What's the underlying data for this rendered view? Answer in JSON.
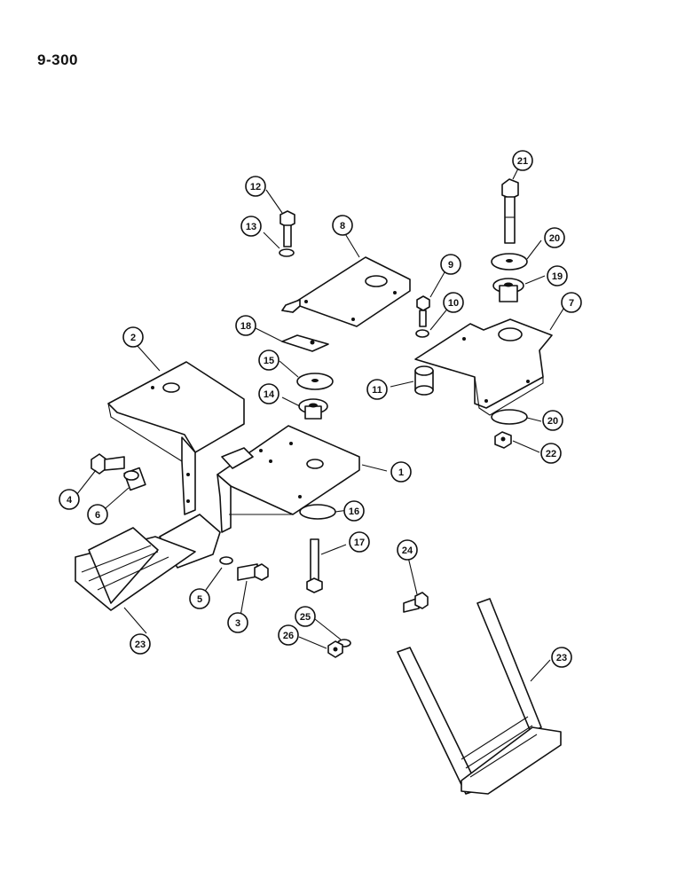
{
  "page": {
    "page_number": "9-300"
  },
  "colors": {
    "ink": "#111111",
    "paper": "#ffffff"
  },
  "callouts": [
    {
      "id": "c1",
      "label": "1"
    },
    {
      "id": "c2",
      "label": "2"
    },
    {
      "id": "c3",
      "label": "3"
    },
    {
      "id": "c4",
      "label": "4"
    },
    {
      "id": "c5",
      "label": "5"
    },
    {
      "id": "c6",
      "label": "6"
    },
    {
      "id": "c7",
      "label": "7"
    },
    {
      "id": "c8",
      "label": "8"
    },
    {
      "id": "c9",
      "label": "9"
    },
    {
      "id": "c10",
      "label": "10"
    },
    {
      "id": "c11",
      "label": "11"
    },
    {
      "id": "c12",
      "label": "12"
    },
    {
      "id": "c13",
      "label": "13"
    },
    {
      "id": "c14",
      "label": "14"
    },
    {
      "id": "c15",
      "label": "15"
    },
    {
      "id": "c16",
      "label": "16"
    },
    {
      "id": "c17",
      "label": "17"
    },
    {
      "id": "c18",
      "label": "18"
    },
    {
      "id": "c19",
      "label": "19"
    },
    {
      "id": "c20a",
      "label": "20"
    },
    {
      "id": "c20b",
      "label": "20"
    },
    {
      "id": "c21",
      "label": "21"
    },
    {
      "id": "c22",
      "label": "22"
    },
    {
      "id": "c23a",
      "label": "23"
    },
    {
      "id": "c23b",
      "label": "23"
    },
    {
      "id": "c24",
      "label": "24"
    },
    {
      "id": "c25",
      "label": "25"
    },
    {
      "id": "c26",
      "label": "26"
    }
  ]
}
